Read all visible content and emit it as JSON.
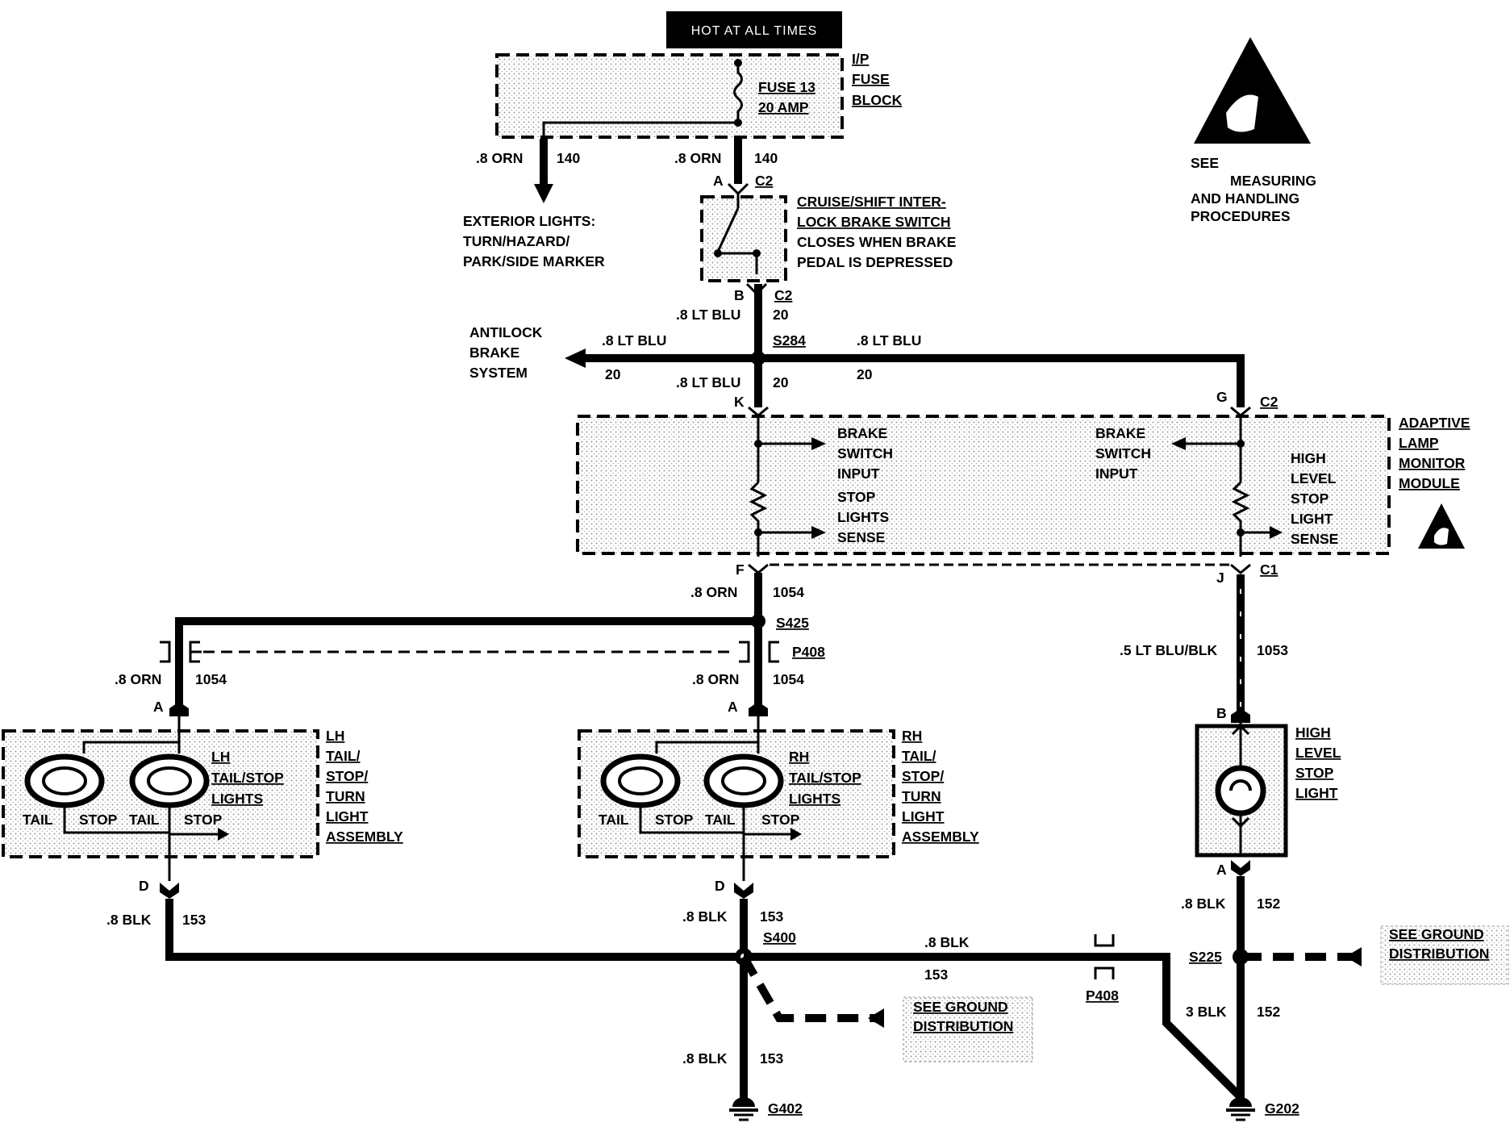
{
  "banner": "HOT AT ALL TIMES",
  "fuse_block": {
    "name_lines": [
      "I/P",
      "FUSE",
      "BLOCK"
    ],
    "fuse_lines": [
      "FUSE 13",
      "20 AMP"
    ]
  },
  "esd_notice": [
    "SEE",
    "MEASURING",
    "AND HANDLING",
    "PROCEDURES"
  ],
  "wires": {
    "orn_left": {
      "gauge": ".8 ORN",
      "circuit": "140"
    },
    "orn_center": {
      "gauge": ".8 ORN",
      "circuit": "140"
    },
    "ltblu_b": {
      "gauge": ".8 LT BLU",
      "circuit": "20"
    },
    "ltblu_abs": {
      "gauge": ".8 LT BLU",
      "circuit": "20"
    },
    "ltblu_right": {
      "gauge": ".8 LT BLU",
      "circuit": "20"
    },
    "ltblu_k": {
      "gauge": ".8 LT BLU",
      "circuit": "20"
    },
    "orn_f": {
      "gauge": ".8 ORN",
      "circuit": "1054"
    },
    "orn_lh": {
      "gauge": ".8 ORN",
      "circuit": "1054"
    },
    "orn_rh": {
      "gauge": ".8 ORN",
      "circuit": "1054"
    },
    "blu_blk": {
      "gauge": ".5 LT BLU/BLK",
      "circuit": "1053"
    },
    "blk_lh": {
      "gauge": ".8 BLK",
      "circuit": "153"
    },
    "blk_rh": {
      "gauge": ".8 BLK",
      "circuit": "153"
    },
    "blk_bus": {
      "gauge": ".8 BLK",
      "circuit": "153"
    },
    "blk_g402": {
      "gauge": ".8 BLK",
      "circuit": "153"
    },
    "blk_hl": {
      "gauge": ".8 BLK",
      "circuit": "152"
    },
    "blk_g202": {
      "gauge": "3 BLK",
      "circuit": "152"
    }
  },
  "exterior_lights": [
    "EXTERIOR LIGHTS:",
    "TURN/HAZARD/",
    "PARK/SIDE MARKER"
  ],
  "brake_switch": {
    "lines": [
      "CRUISE/SHIFT INTER-",
      "LOCK BRAKE SWITCH",
      "CLOSES WHEN BRAKE",
      "PEDAL IS DEPRESSED"
    ],
    "pin_top": "A",
    "conn_top": "C2",
    "pin_bottom": "B",
    "conn_bottom": "C2"
  },
  "antilock": [
    "ANTILOCK",
    "BRAKE",
    "SYSTEM"
  ],
  "splices": {
    "s284": "S284",
    "s425": "S425",
    "s400": "S400",
    "s225": "S225"
  },
  "connectors": {
    "p408_top": "P408",
    "p408_bottom": "P408"
  },
  "module": {
    "name_lines": [
      "ADAPTIVE",
      "LAMP",
      "MONITOR",
      "MODULE"
    ],
    "left_input": [
      "BRAKE",
      "SWITCH",
      "INPUT"
    ],
    "left_sense": [
      "STOP",
      "LIGHTS",
      "SENSE"
    ],
    "right_input": [
      "BRAKE",
      "SWITCH",
      "INPUT"
    ],
    "right_sense": [
      "HIGH",
      "LEVEL",
      "STOP",
      "LIGHT",
      "SENSE"
    ],
    "pin_k": "K",
    "pin_g": "G",
    "conn_g": "C2",
    "pin_f": "F",
    "pin_j": "J",
    "conn_j": "C1"
  },
  "lh_assembly": {
    "pin_top": "A",
    "pin_bottom": "D",
    "inner": [
      "LH",
      "TAIL/STOP",
      "LIGHTS"
    ],
    "bulb_labels": [
      "TAIL",
      "STOP",
      "TAIL",
      "STOP"
    ],
    "name_lines": [
      "LH",
      "TAIL/",
      "STOP/",
      "TURN",
      "LIGHT",
      "ASSEMBLY"
    ]
  },
  "rh_assembly": {
    "pin_top": "A",
    "pin_bottom": "D",
    "inner": [
      "RH",
      "TAIL/STOP",
      "LIGHTS"
    ],
    "bulb_labels": [
      "TAIL",
      "STOP",
      "TAIL",
      "STOP"
    ],
    "name_lines": [
      "RH",
      "TAIL/",
      "STOP/",
      "TURN",
      "LIGHT",
      "ASSEMBLY"
    ]
  },
  "high_level": {
    "pin_top": "B",
    "pin_bottom": "A",
    "name_lines": [
      "HIGH",
      "LEVEL",
      "STOP",
      "LIGHT"
    ]
  },
  "ground_ref_center": [
    "SEE GROUND",
    "DISTRIBUTION"
  ],
  "ground_ref_right": [
    "SEE GROUND",
    "DISTRIBUTION"
  ],
  "grounds": {
    "g402": "G402",
    "g202": "G202"
  }
}
